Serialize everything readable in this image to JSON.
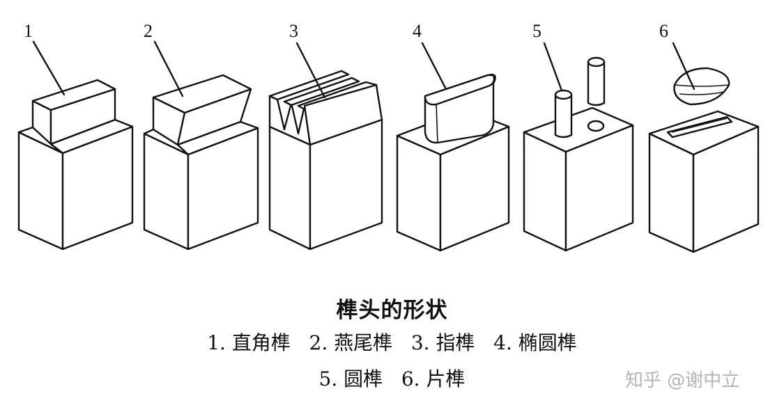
{
  "figure": {
    "labels": [
      "1",
      "2",
      "3",
      "4",
      "5",
      "6"
    ]
  },
  "caption": {
    "title": "榫头的形状",
    "line1": "1. 直角榫   2. 燕尾榫   3. 指榫   4. 椭圆榫",
    "line2": "5. 圆榫   6. 片榫"
  },
  "watermark": "知乎 @谢中立"
}
